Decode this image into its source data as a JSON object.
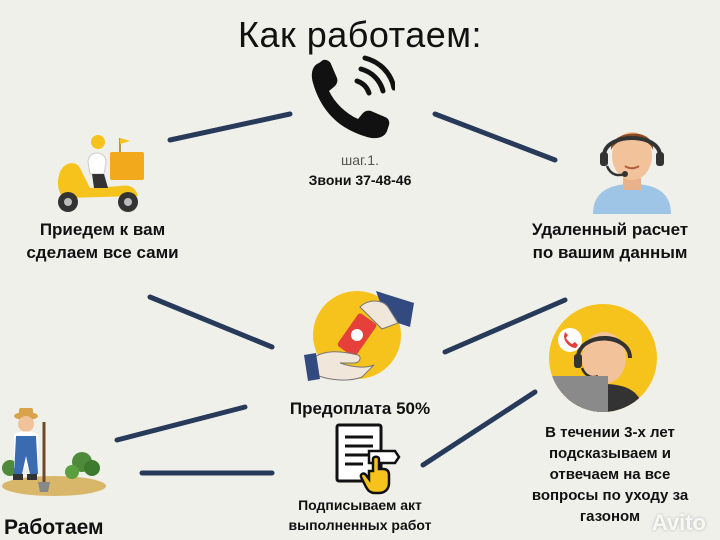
{
  "title": "Как работаем:",
  "step": {
    "label": "шаг.1.",
    "call": "Звони 37-48-46"
  },
  "nodes": {
    "delivery": "Приедем к вам\nсделаем все сами",
    "remote": "Удаленный расчет\nпо вашим данным",
    "prepay": "Предоплата 50%",
    "support": "В течении 3-х лет\nподсказываем и\nотвечаем на все\nвопросы по уходу за\nгазоном",
    "act": "Подписываем акт\nвыполненных работ",
    "work": "Работаем"
  },
  "icons": {
    "phone": "phone-icon",
    "scooter": "delivery-scooter-icon",
    "operator": "operator-headset-icon",
    "money": "money-handover-icon",
    "support": "support-operator-icon",
    "document": "document-sign-icon",
    "gardener": "gardener-icon"
  },
  "watermark": "Avito",
  "colors": {
    "background": "#f0f0ea",
    "connector": "#283a5a",
    "accent_yellow": "#f6c31c",
    "accent_red": "#e5403a"
  }
}
